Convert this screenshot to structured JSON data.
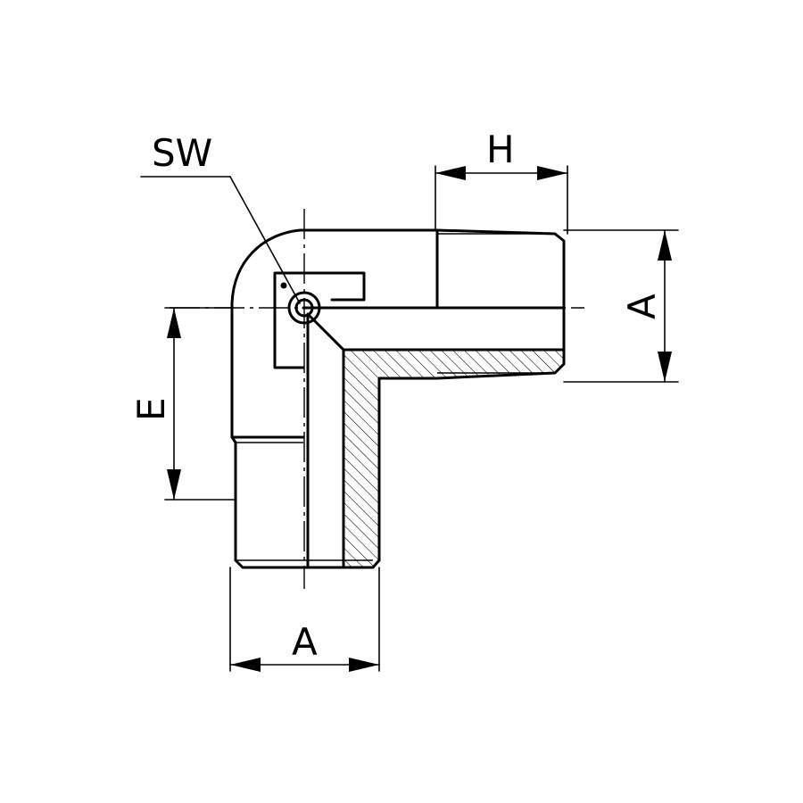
{
  "labels": {
    "sw": "SW",
    "h": "H",
    "a_right": "A",
    "a_bottom": "A",
    "e": "E"
  }
}
